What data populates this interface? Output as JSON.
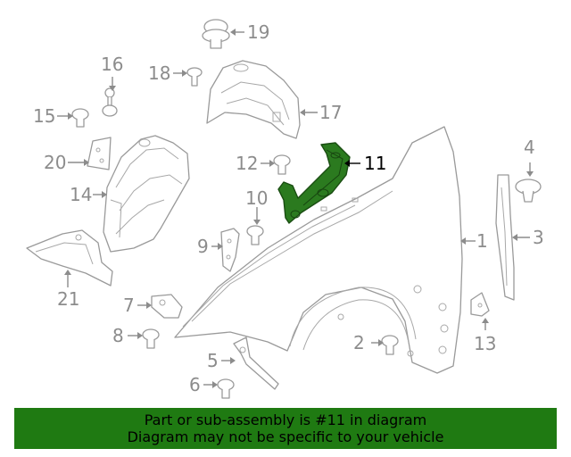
{
  "diagram": {
    "highlighted_part": "11",
    "callouts": [
      "1",
      "2",
      "3",
      "4",
      "5",
      "6",
      "7",
      "8",
      "9",
      "10",
      "11",
      "12",
      "13",
      "14",
      "15",
      "16",
      "17",
      "18",
      "19",
      "20",
      "21"
    ]
  },
  "banner": {
    "line1": "Part or sub-assembly is #11 in diagram",
    "line2": "Diagram may not be specific to your vehicle",
    "background": "#1f7a12"
  },
  "colors": {
    "highlight_part": "#2b7a1f",
    "line_art": "#9a9a9a",
    "callout_text": "#8c8c8c"
  }
}
